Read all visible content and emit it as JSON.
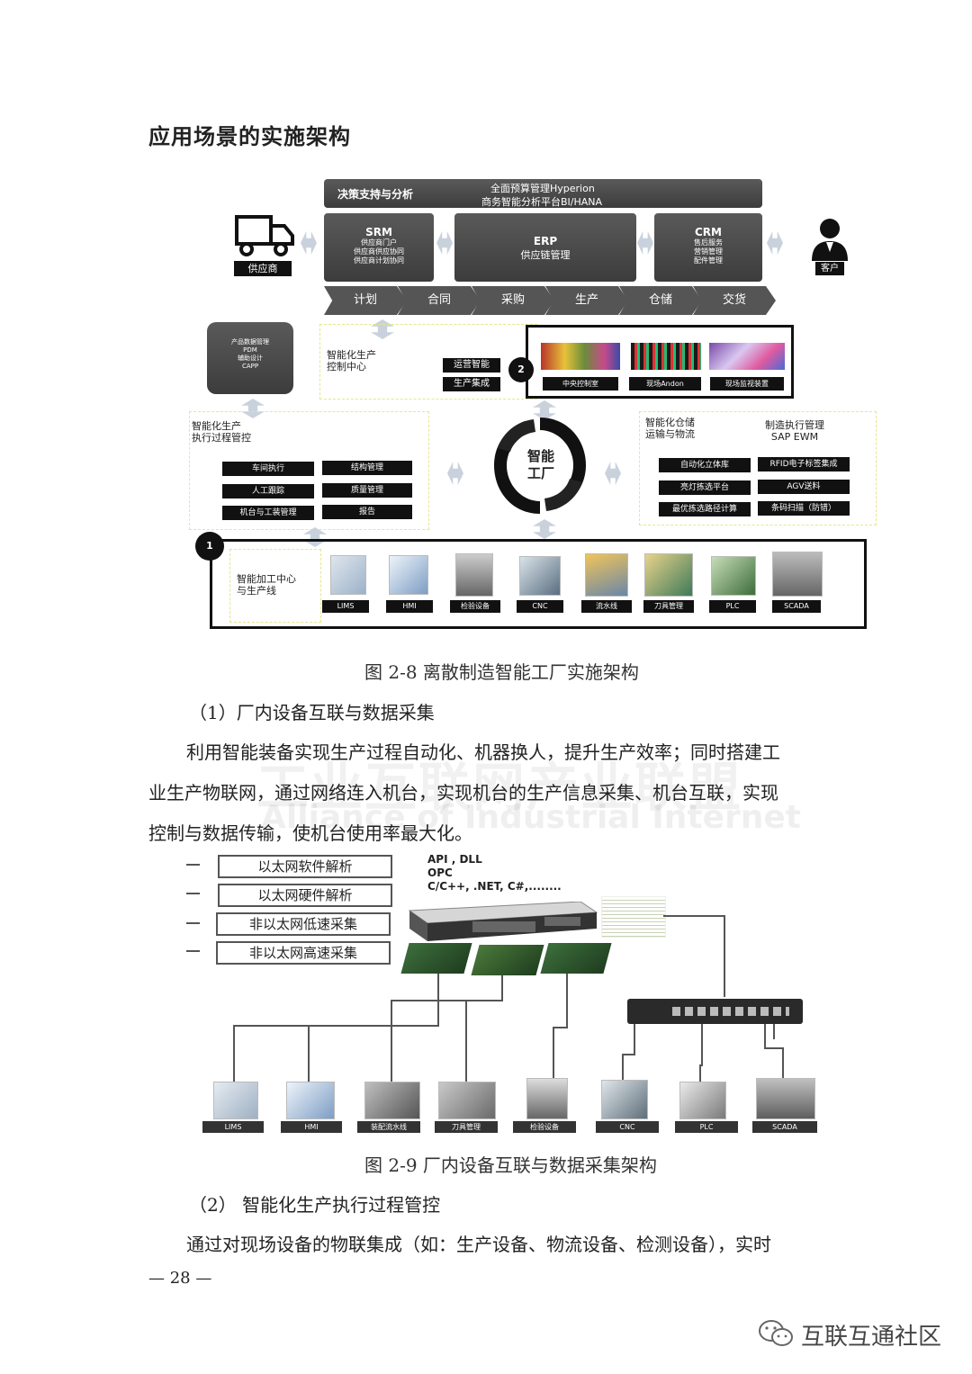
{
  "heading": "应用场景的实施架构",
  "fig1": {
    "top_bar": {
      "left": "决策支持与分析",
      "line1": "全面预算管理Hyperion",
      "line2": "商务智能分析平台BI/HANA"
    },
    "supplier": "供应商",
    "customer": "客户",
    "srm": {
      "title": "SRM",
      "items": [
        "供应商门户",
        "供应商供应协同",
        "供应商计划协同"
      ]
    },
    "erp": {
      "title": "ERP",
      "sub": "供应链管理"
    },
    "crm": {
      "title": "CRM",
      "items": [
        "售后服务",
        "营销管理",
        "配件管理"
      ]
    },
    "steps": [
      "计划",
      "合同",
      "采购",
      "生产",
      "仓储",
      "交货"
    ],
    "pdm": [
      "产品数据管理",
      "PDM",
      "辅助设计",
      "CAPP"
    ],
    "control_center": [
      "智能化生产",
      "控制中心"
    ],
    "ops": [
      "运营智能",
      "生产集成"
    ],
    "badge2": "2",
    "screens": [
      "中央控制室",
      "现场Andon",
      "现场监视装置"
    ],
    "exec_title": [
      "智能化生产",
      "执行过程管控"
    ],
    "exec_left": [
      "车间执行",
      "人工跟踪",
      "机台与工装管理"
    ],
    "exec_right": [
      "结构管理",
      "质量管理",
      "报告"
    ],
    "center": [
      "智能",
      "工厂"
    ],
    "wh_title": [
      "智能化仓储",
      "运输与物流"
    ],
    "ewm_title": [
      "制造执行管理",
      "SAP EWM"
    ],
    "wh_left": [
      "自动化立体库",
      "亮灯拣选平台",
      "最优拣选路径计算"
    ],
    "wh_right": [
      "RFID电子标签集成",
      "AGV送料",
      "条码扫描（防错）"
    ],
    "badge1": "1",
    "line_title": [
      "智能加工中心",
      "与生产线"
    ],
    "devices": [
      "LIMS",
      "HMI",
      "检验设备",
      "CNC",
      "流水线",
      "刀具管理",
      "PLC",
      "SCADA"
    ]
  },
  "caption1": "图 2-8  离散制造智能工厂实施架构",
  "sub1": "（1）厂内设备互联与数据采集",
  "para1": [
    "利用智能装备实现生产过程自动化、机器换人，提升生产效率；同时搭建工",
    "业生产物联网，通过网络连入机台，实现机台的生产信息采集、机台互联，实现",
    "控制与数据传输，使机台使用率最大化。"
  ],
  "watermark": [
    "工业互联网产业联盟",
    "Alliance of Industrial Internet"
  ],
  "fig2": {
    "labels": [
      "以太网软件解析",
      "以太网硬件解析",
      "非以太网低速采集",
      "非以太网高速采集"
    ],
    "api": [
      "API , DLL",
      "OPC",
      "C/C++, .NET, C#,........"
    ],
    "devices": [
      "LIMS",
      "HMI",
      "装配流水线",
      "刀具管理",
      "检验设备",
      "CNC",
      "PLC",
      "SCADA"
    ]
  },
  "caption2": "图 2-9  厂内设备互联与数据采集架构",
  "sub2": "（2）  智能化生产执行过程管控",
  "para2": "通过对现场设备的物联集成（如：生产设备、物流设备、检测设备），实时",
  "page_num": "— 28 —",
  "brand": "互联互通社区"
}
